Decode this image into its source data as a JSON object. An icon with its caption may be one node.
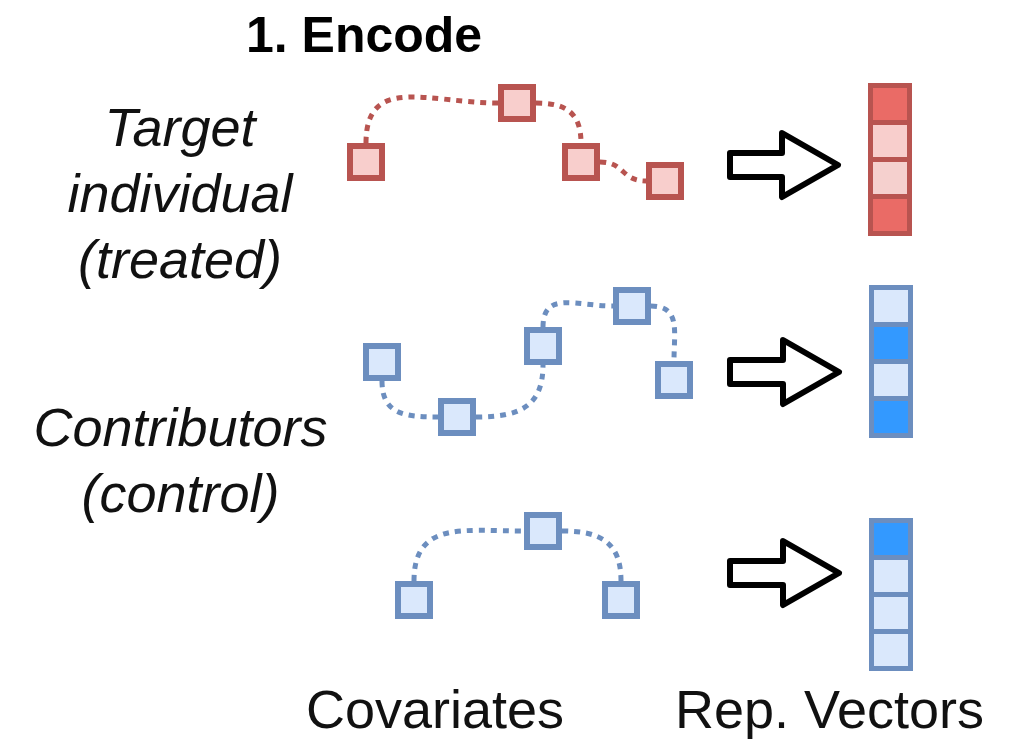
{
  "diagram": {
    "title": "1. Encode",
    "nodes": [
      {
        "text": [],
        "shape": "box"
      },
      {
        "text": [],
        "shape": "box"
      },
      {
        "text": [],
        "shape": "box"
      },
      {
        "text": [],
        "shape": "box"
      },
      {
        "text": [],
        "shape": "bar"
      },
      {
        "text": [],
        "shape": "box"
      },
      {
        "text": [],
        "shape": "box"
      },
      {
        "text": [],
        "shape": "box"
      },
      {
        "text": [],
        "shape": "box"
      },
      {
        "text": [],
        "shape": "box"
      },
      {
        "text": [],
        "shape": "bar"
      },
      {
        "text": [],
        "shape": "box"
      },
      {
        "text": [],
        "shape": "box"
      },
      {
        "text": [],
        "shape": "box"
      },
      {
        "text": [],
        "shape": "bar"
      }
    ],
    "edges": [
      {
        "from": 0,
        "to": 1,
        "arrow": "none",
        "style": "dashed",
        "color": "#b85450"
      },
      {
        "from": 1,
        "to": 2,
        "arrow": "none",
        "style": "dashed",
        "color": "#b85450"
      },
      {
        "from": 2,
        "to": 3,
        "arrow": "none",
        "style": "dashed",
        "color": "#b85450"
      },
      {
        "from": null,
        "to": 4,
        "arrow": "to",
        "style": "thick",
        "color": "#000000"
      },
      {
        "from": 5,
        "to": 6,
        "arrow": "none",
        "style": "dashed"
      },
      {
        "from": 6,
        "to": 7,
        "arrow": "none",
        "style": "dashed"
      },
      {
        "from": 7,
        "to": 8,
        "arrow": "none",
        "style": "dashed"
      },
      {
        "from": 8,
        "to": 9,
        "arrow": "none",
        "style": "dashed"
      },
      {
        "from": null,
        "to": 10,
        "arrow": "to",
        "style": "thick",
        "color": "#000000"
      },
      {
        "from": 11,
        "to": 12,
        "arrow": "none",
        "style": "dashed"
      },
      {
        "from": 12,
        "to": 13,
        "arrow": "none",
        "style": "dashed"
      },
      {
        "from": null,
        "to": 14,
        "arrow": "to",
        "style": "thick",
        "color": "#000000"
      }
    ],
    "labels": [
      "Target individual (treated)",
      "Contributors (control)",
      "Covariates",
      "Rep. Vectors"
    ]
  }
}
